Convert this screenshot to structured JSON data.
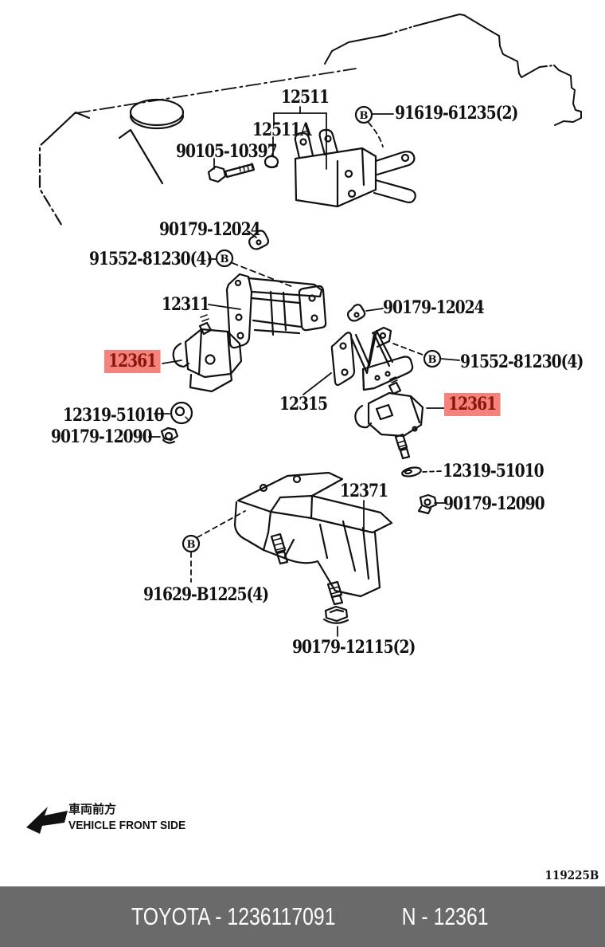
{
  "diagram": {
    "code": "119225B",
    "front_side_jp": "車両前方",
    "front_side_en": "VEHICLE FRONT SIDE"
  },
  "footer": {
    "left": "TOYOTA - 1236117091",
    "right": "N - 12361"
  },
  "symbols": {
    "bolt_marker": "B"
  },
  "colors": {
    "highlight_bg": "#f3837c",
    "highlight_text": "#8b1508",
    "line": "#111111",
    "footer_bg": "#6a6a6a",
    "footer_text": "#ffffff"
  },
  "callouts": [
    {
      "id": "12511",
      "text": "12511",
      "highlighted": false
    },
    {
      "id": "12511A",
      "text": "12511A",
      "highlighted": false
    },
    {
      "id": "90105-10397",
      "text": "90105-10397",
      "highlighted": false
    },
    {
      "id": "91619-61235-2",
      "text": "91619-61235(2)",
      "highlighted": false
    },
    {
      "id": "90179-12024-a",
      "text": "90179-12024",
      "highlighted": false
    },
    {
      "id": "91552-81230-4a",
      "text": "91552-81230(4)",
      "highlighted": false
    },
    {
      "id": "12311",
      "text": "12311",
      "highlighted": false
    },
    {
      "id": "90179-12024-b",
      "text": "90179-12024",
      "highlighted": false
    },
    {
      "id": "91552-81230-4b",
      "text": "91552-81230(4)",
      "highlighted": false
    },
    {
      "id": "12361-left",
      "text": "12361",
      "highlighted": true
    },
    {
      "id": "12315",
      "text": "12315",
      "highlighted": false
    },
    {
      "id": "12361-right",
      "text": "12361",
      "highlighted": true
    },
    {
      "id": "12319-51010-a",
      "text": "12319-51010",
      "highlighted": false
    },
    {
      "id": "90179-12090-a",
      "text": "90179-12090",
      "highlighted": false
    },
    {
      "id": "12319-51010-b",
      "text": "12319-51010",
      "highlighted": false
    },
    {
      "id": "90179-12090-b",
      "text": "90179-12090",
      "highlighted": false
    },
    {
      "id": "12371",
      "text": "12371",
      "highlighted": false
    },
    {
      "id": "91629-B1225-4",
      "text": "91629-B1225(4)",
      "highlighted": false
    },
    {
      "id": "90179-12115-2",
      "text": "90179-12115(2)",
      "highlighted": false
    }
  ]
}
